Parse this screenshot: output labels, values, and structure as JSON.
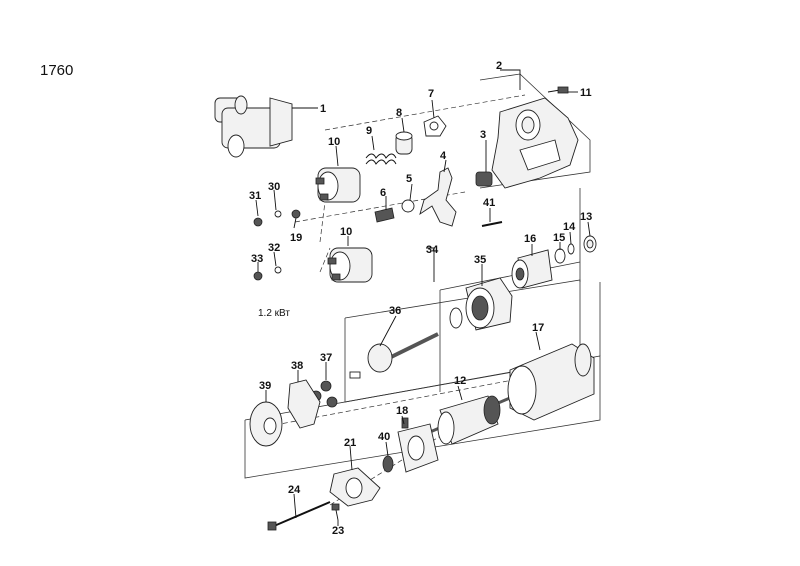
{
  "page_code": "1760",
  "note": "1.2 кВт",
  "labels": {
    "p1": "1",
    "p2": "2",
    "p3": "3",
    "p4": "4",
    "p5": "5",
    "p6": "6",
    "p7": "7",
    "p8": "8",
    "p9": "9",
    "p10a": "10",
    "p10b": "10",
    "p11": "11",
    "p12": "12",
    "p13": "13",
    "p14": "14",
    "p15": "15",
    "p16": "16",
    "p17": "17",
    "p18": "18",
    "p19": "19",
    "p21": "21",
    "p23": "23",
    "p24": "24",
    "p30": "30",
    "p31": "31",
    "p32": "32",
    "p33": "33",
    "p34": "34",
    "p35": "35",
    "p36": "36",
    "p37": "37",
    "p38": "38",
    "p39": "39",
    "p40": "40",
    "p41": "41"
  }
}
